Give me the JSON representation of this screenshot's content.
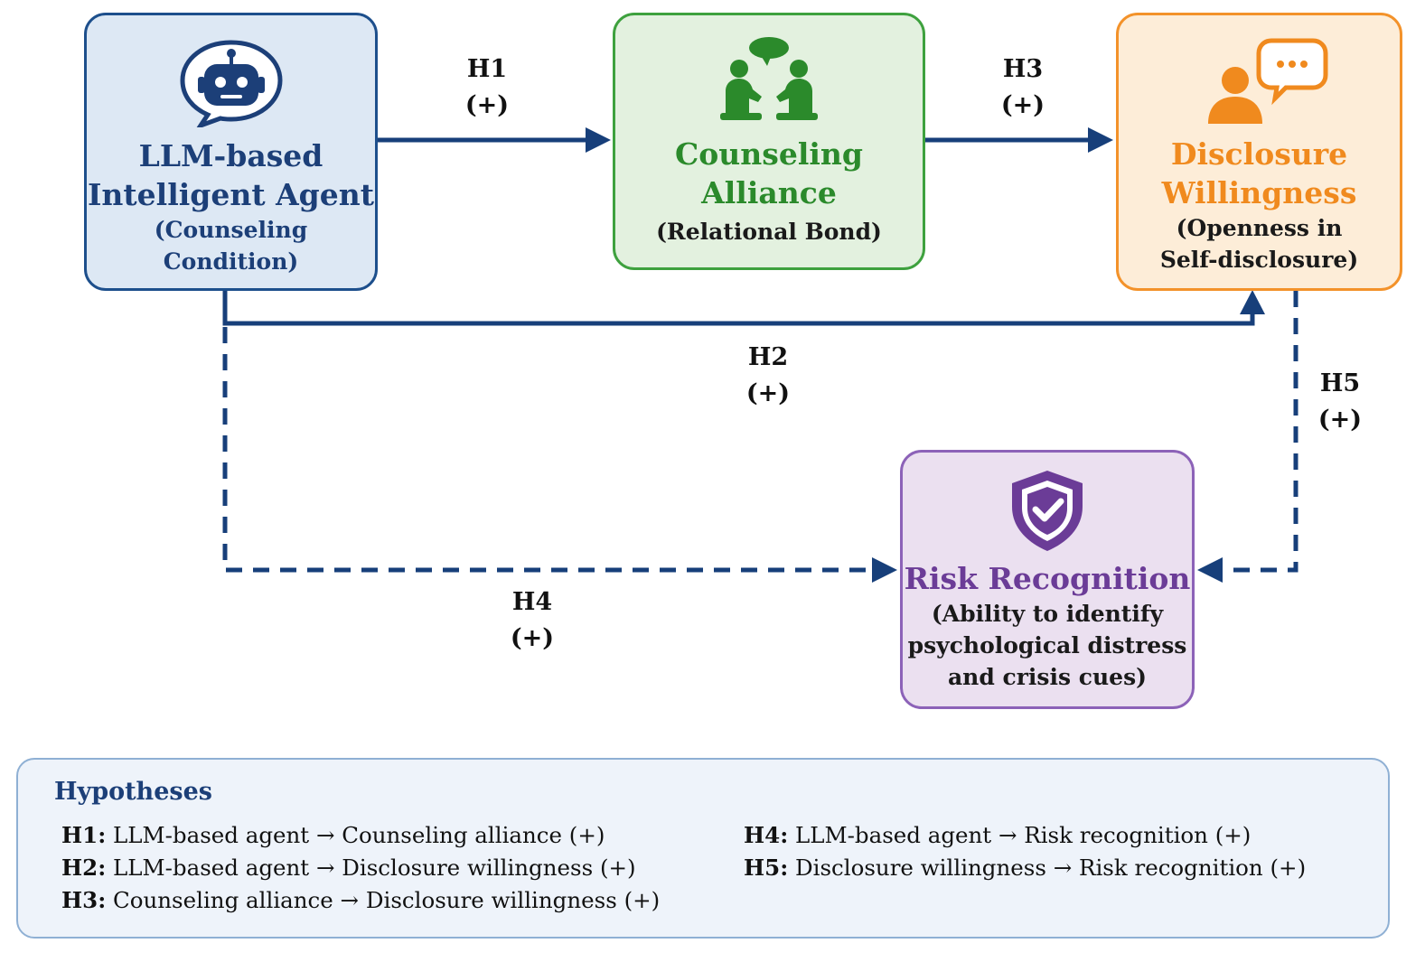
{
  "nodes": {
    "agent": {
      "title_1": "LLM-based",
      "title_2": "Intelligent Agent",
      "sub_1": "(Counseling",
      "sub_2": "Condition)"
    },
    "alliance": {
      "title_1": "Counseling",
      "title_2": "Alliance",
      "sub_1": "(Relational Bond)"
    },
    "disclosure": {
      "title_1": "Disclosure",
      "title_2": "Willingness",
      "sub_1": "(Openness in",
      "sub_2": "Self-disclosure)"
    },
    "risk": {
      "title_1": "Risk Recognition",
      "sub_1": "(Ability to identify",
      "sub_2": "psychological distress",
      "sub_3": "and crisis cues)"
    }
  },
  "paths": {
    "h1": {
      "id": "H1",
      "sign": "(+)",
      "style": "solid"
    },
    "h2": {
      "id": "H2",
      "sign": "(+)",
      "style": "solid"
    },
    "h3": {
      "id": "H3",
      "sign": "(+)",
      "style": "solid"
    },
    "h4": {
      "id": "H4",
      "sign": "(+)",
      "style": "dashed"
    },
    "h5": {
      "id": "H5",
      "sign": "(+)",
      "style": "dashed"
    }
  },
  "legend": {
    "title": "Hypotheses",
    "items": [
      {
        "id": "H1:",
        "text": "LLM-based agent → Counseling alliance (+)"
      },
      {
        "id": "H2:",
        "text": "LLM-based agent → Disclosure willingness (+)"
      },
      {
        "id": "H3:",
        "text": "Counseling alliance → Disclosure willingness (+)"
      },
      {
        "id": "H4:",
        "text": "LLM-based agent → Risk recognition (+)"
      },
      {
        "id": "H5:",
        "text": "Disclosure willingness → Risk recognition (+)"
      }
    ]
  },
  "colors": {
    "arrow": "#173f7a",
    "agent": "#1d4f8c",
    "alliance": "#3ea13e",
    "disclosure": "#f3922a",
    "risk": "#8c62b8"
  },
  "icons": {
    "agent": "robot-chat-icon",
    "alliance": "people-talking-icon",
    "disclosure": "person-speech-icon",
    "risk": "shield-check-icon"
  }
}
